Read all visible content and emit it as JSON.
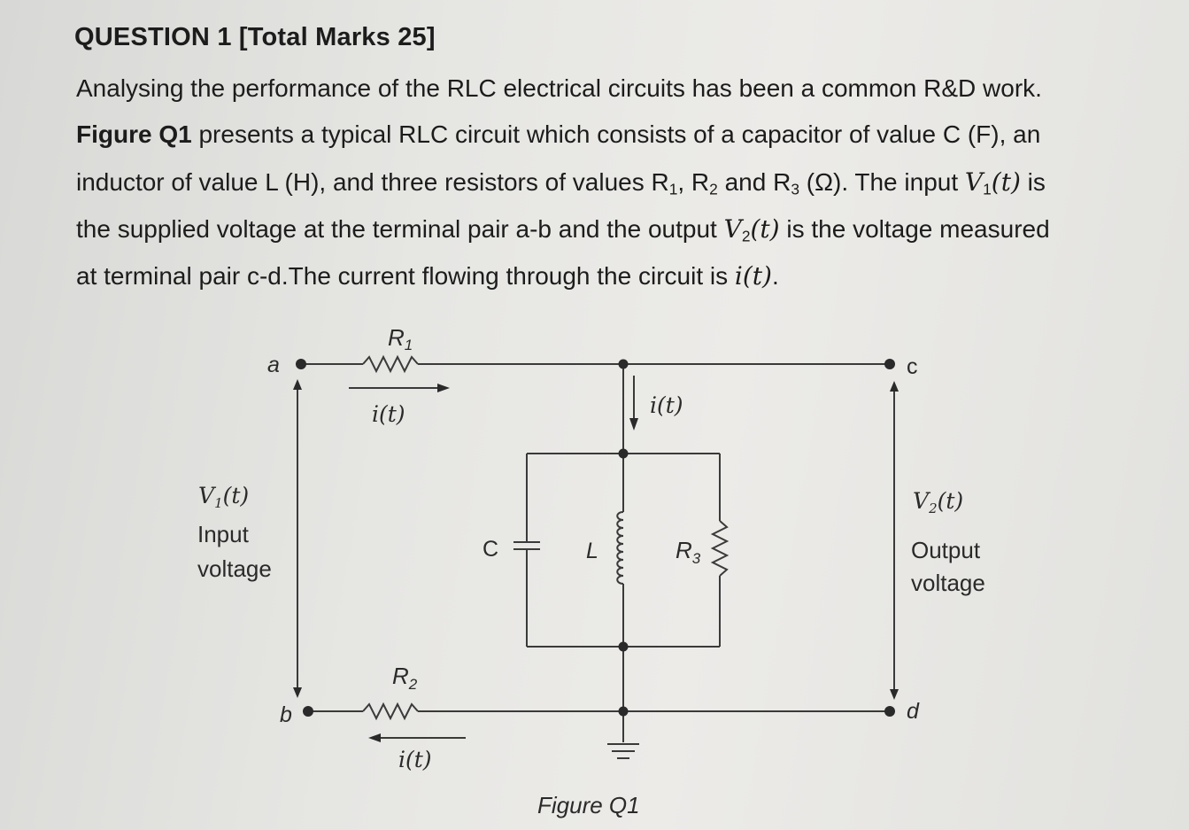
{
  "question": {
    "title": "QUESTION 1 [Total Marks 25]",
    "para": {
      "line1": "Analysing the performance of the RLC electrical circuits has been a common R&D work.",
      "line2_bold": "Figure Q1",
      "line2_rest": " presents a typical RLC circuit which consists of a capacitor of value C (F), an",
      "line3_a": "inductor of value L (H), and three resistors of values R",
      "line3_r1": "1",
      "line3_b": ", R",
      "line3_r2": "2",
      "line3_c": " and R",
      "line3_r3": "3",
      "line3_d": " (Ω). The input ",
      "line3_v": "V",
      "line3_vsub": "1",
      "line3_t": "(t)",
      "line3_e": " is",
      "line4_a": "the supplied voltage at the terminal pair a-b and the output ",
      "line4_v": "V",
      "line4_vsub": "2",
      "line4_t": "(t)",
      "line4_b": " is the voltage measured",
      "line5_a": "at terminal pair c-d.The current flowing through the circuit is ",
      "line5_i": "i(t)",
      "line5_b": "."
    }
  },
  "figure": {
    "caption": "Figure Q1",
    "labels": {
      "R1": "R",
      "R1_sub": "1",
      "R2": "R",
      "R2_sub": "2",
      "R3": "R",
      "R3_sub": "3",
      "C": "C",
      "L": "L",
      "a": "a",
      "b": "b",
      "c": "c",
      "d": "d",
      "i_top": "i(t)",
      "i_mid": "i(t)",
      "i_bottom": "i(t)",
      "v1": "V",
      "v1_sub": "1",
      "v1_t": "(t)",
      "input1": "Input",
      "input2": "voltage",
      "v2": "V",
      "v2_sub": "2",
      "v2_t": "(t)",
      "output1": "Output",
      "output2": "voltage"
    }
  }
}
